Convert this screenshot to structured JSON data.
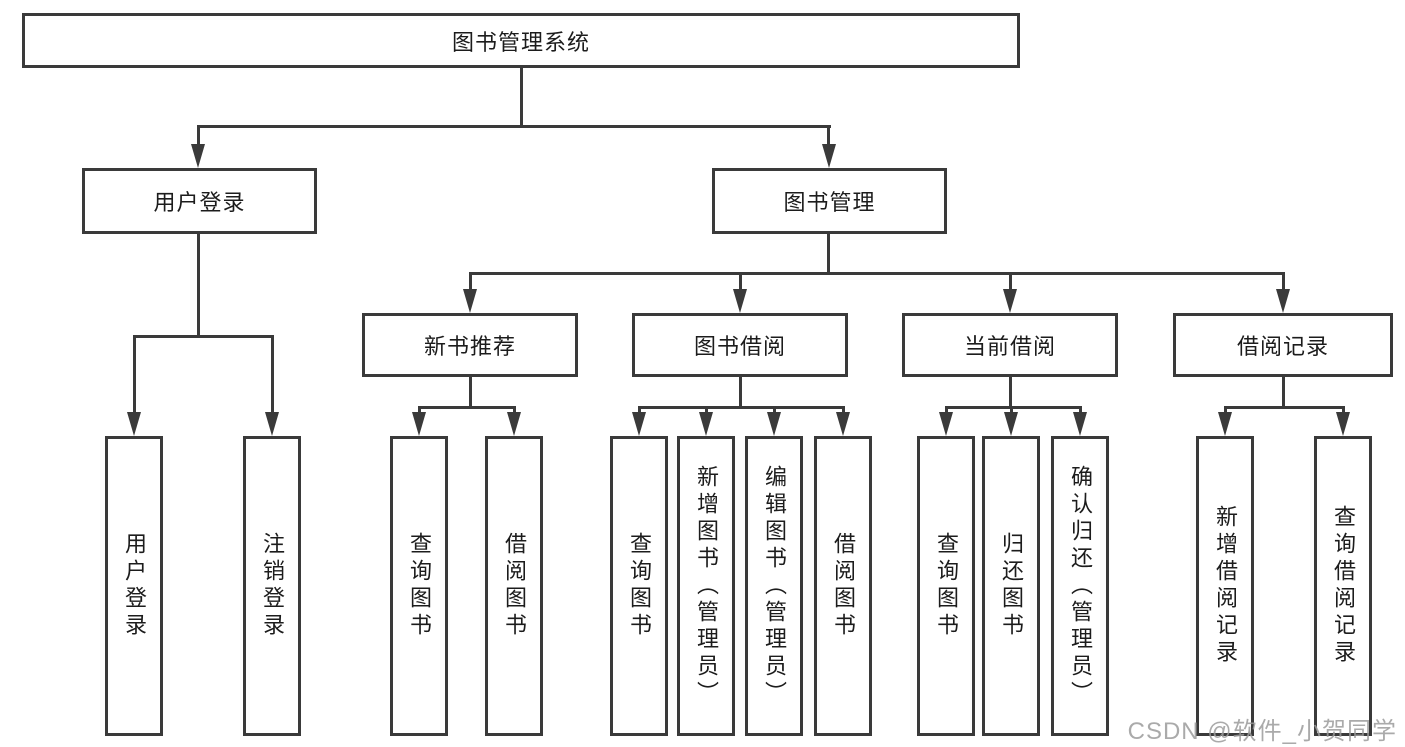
{
  "diagram": {
    "root": {
      "label": "图书管理系统"
    },
    "branches": [
      {
        "label": "用户登录",
        "children": [
          {
            "label": "用户登录"
          },
          {
            "label": "注销登录"
          }
        ]
      },
      {
        "label": "图书管理",
        "children": [
          {
            "label": "新书推荐",
            "children": [
              {
                "label": "查询图书"
              },
              {
                "label": "借阅图书"
              }
            ]
          },
          {
            "label": "图书借阅",
            "children": [
              {
                "label": "查询图书"
              },
              {
                "label": "新增图书（管理员）"
              },
              {
                "label": "编辑图书（管理员）"
              },
              {
                "label": "借阅图书"
              }
            ]
          },
          {
            "label": "当前借阅",
            "children": [
              {
                "label": "查询图书"
              },
              {
                "label": "归还图书"
              },
              {
                "label": "确认归还（管理员）"
              }
            ]
          },
          {
            "label": "借阅记录",
            "children": [
              {
                "label": "新增借阅记录"
              },
              {
                "label": "查询借阅记录"
              }
            ]
          }
        ]
      }
    ]
  },
  "watermark": {
    "text": "CSDN @软件_小贺同学"
  },
  "colors": {
    "line": "#3a3a3a",
    "text": "#1c1c1c",
    "watermark": "#9c9c9c",
    "background": "#ffffff"
  }
}
